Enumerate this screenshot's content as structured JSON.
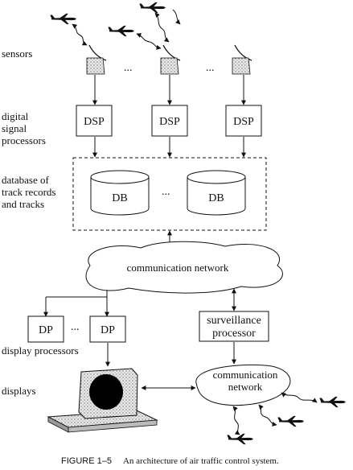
{
  "labels": {
    "sensors": "sensors",
    "dsp_row": [
      "digital",
      "signal",
      "processors"
    ],
    "db_row": [
      "database of",
      "track records",
      "and tracks"
    ],
    "display_processors": "display processors",
    "displays": "displays"
  },
  "boxes": {
    "dsp": "DSP",
    "db": "DB",
    "dp": "DP",
    "surveillance": [
      "surveillance",
      "processor"
    ]
  },
  "ellipsis": "...",
  "networks": {
    "main": "communication network",
    "secondary": [
      "communication",
      "network"
    ]
  },
  "caption": {
    "number": "FIGURE 1–5",
    "text": "An architecture of air traffic control system."
  }
}
